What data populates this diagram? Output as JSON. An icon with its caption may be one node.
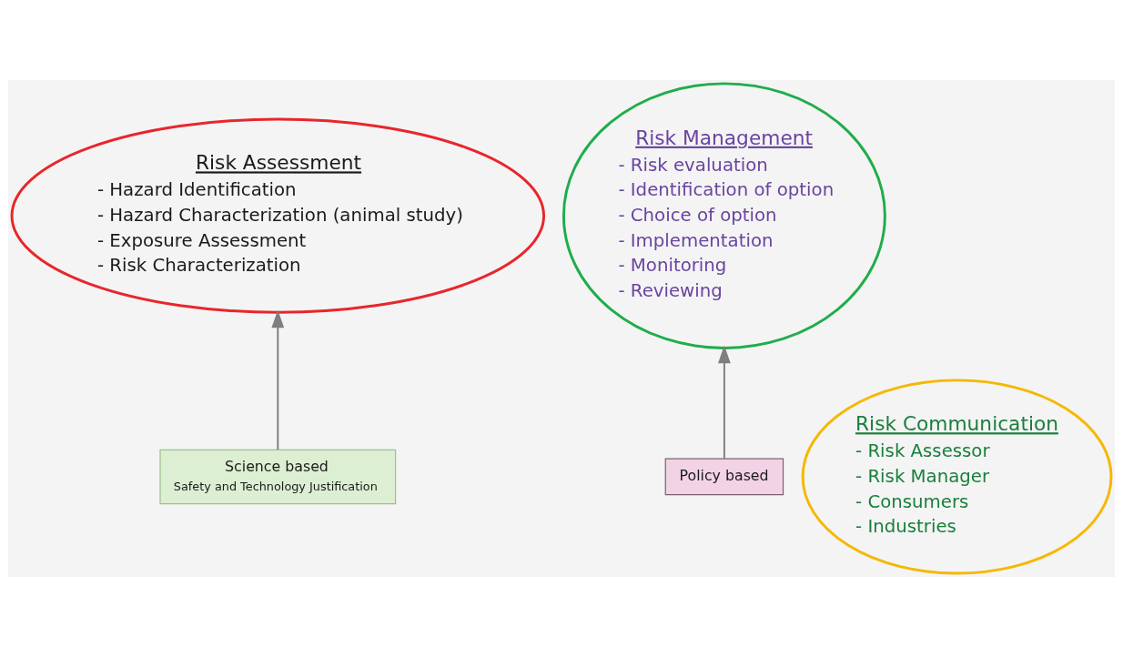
{
  "diagram": {
    "nodes": [
      {
        "text": [
          "Risk Assessment",
          "- Hazard Identification",
          "- Hazard Characterization (animal study)",
          "- Exposure Assessment",
          "- Risk Characterization"
        ]
      },
      {
        "text": [
          "Risk Management",
          "- Risk evaluation",
          "- Identification of option",
          "- Choice of option",
          "- Implementation",
          "- Monitoring",
          "- Reviewing"
        ]
      },
      {
        "text": [
          "Risk Communication",
          "- Risk Assessor",
          "- Risk Manager",
          "- Consumers",
          "- Industries"
        ]
      },
      {
        "text": [
          "Science based",
          "Safety and Technology Justification"
        ]
      },
      {
        "text": [
          "Policy based"
        ]
      }
    ],
    "edges": [
      {
        "from": 3,
        "to": 0,
        "arrow": "to"
      },
      {
        "from": 4,
        "to": 1,
        "arrow": "to"
      }
    ]
  }
}
